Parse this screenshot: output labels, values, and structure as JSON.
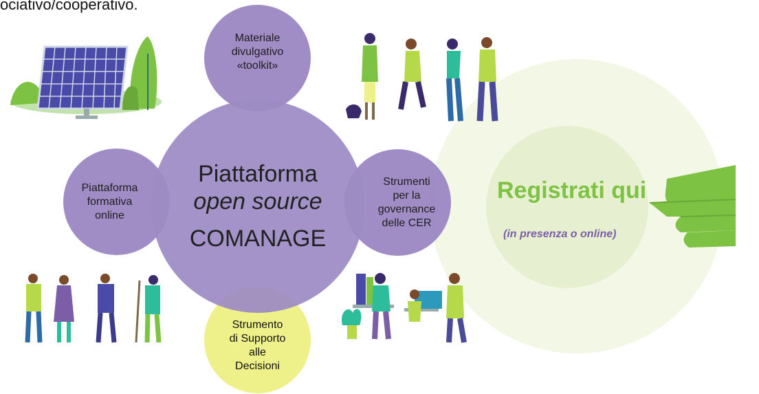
{
  "header": {
    "fragment": "ociativo/cooperativo."
  },
  "center": {
    "line1": "Piattaforma",
    "line2": "open source",
    "line3": "COMANAGE"
  },
  "nodes": {
    "top": [
      "Materiale",
      "divulgativo",
      "«toolkit»"
    ],
    "left": [
      "Piattaforma",
      "formativa",
      "online"
    ],
    "right": [
      "Strumenti",
      "per la",
      "governance",
      "delle CER"
    ],
    "bottom": [
      "Strumento",
      "di Supporto",
      "alle",
      "Decisioni"
    ]
  },
  "register": {
    "title": "Registrati qui",
    "subtitle": "(in presenza o online)"
  },
  "colors": {
    "purple": "#9b87c3",
    "purple_dark": "#7b5ea7",
    "yellow": "#eef08a",
    "green": "#7dc242",
    "green_light": "#f0f6e1"
  },
  "icons": [
    "solar-panel-icon",
    "people-talking-icon",
    "workers-group-icon",
    "office-team-icon",
    "pointing-hand-icon"
  ]
}
